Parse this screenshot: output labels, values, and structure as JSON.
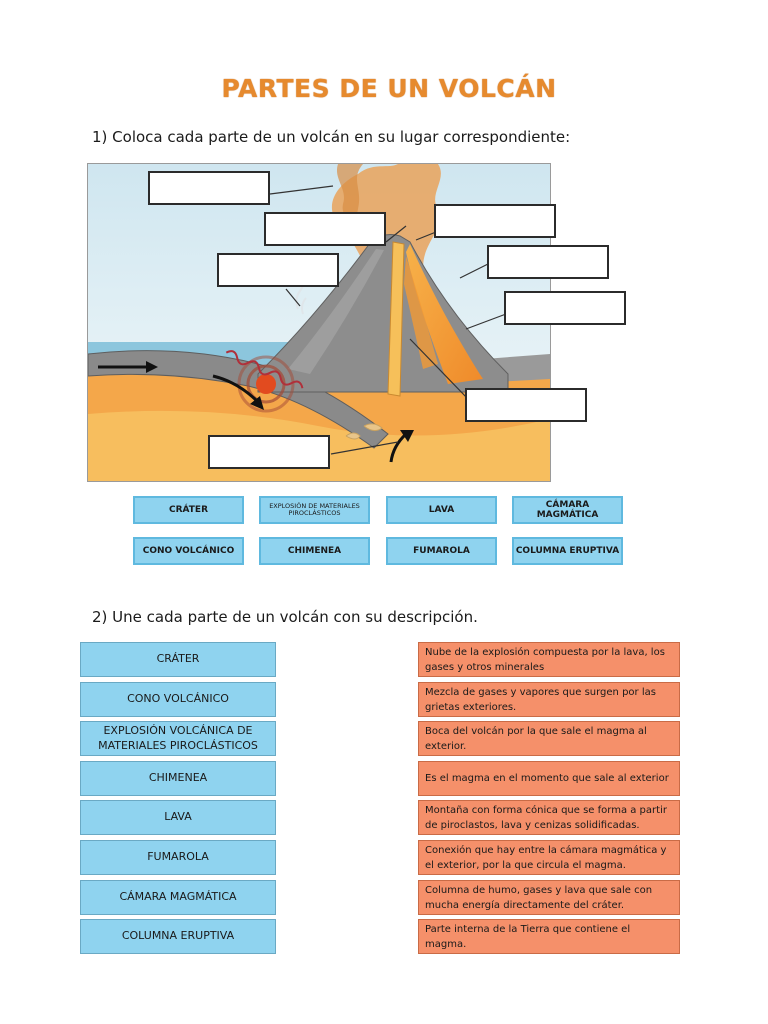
{
  "title": "PARTES DE UN VOLCÁN",
  "section1": {
    "heading": "1) Coloca cada parte de un volcán en su lugar correspondiente:",
    "tiles": [
      {
        "label": "CRÁTER"
      },
      {
        "label": "EXPLOSIÓN DE MATERIALES PIROCLÁSTICOS"
      },
      {
        "label": "LAVA"
      },
      {
        "label": "CÁMARA MAGMÁTICA"
      },
      {
        "label": "CONO VOLCÁNICO"
      },
      {
        "label": "CHIMENEA"
      },
      {
        "label": "FUMAROLA"
      },
      {
        "label": "COLUMNA ERUPTIVA"
      }
    ]
  },
  "section2": {
    "heading": "2) Une cada parte de un volcán con su descripción.",
    "terms": [
      {
        "label": "CRÁTER"
      },
      {
        "label": "CONO VOLCÁNICO"
      },
      {
        "label": "EXPLOSIÓN VOLCÁNICA DE MATERIALES PIROCLÁSTICOS"
      },
      {
        "label": "CHIMENEA"
      },
      {
        "label": "LAVA"
      },
      {
        "label": "FUMAROLA"
      },
      {
        "label": "CÁMARA MAGMÁTICA"
      },
      {
        "label": "COLUMNA ERUPTIVA"
      }
    ],
    "descriptions": [
      {
        "text": "Nube de la explosión compuesta por la lava, los gases y otros minerales"
      },
      {
        "text": "Mezcla de gases y vapores que surgen por las grietas exteriores."
      },
      {
        "text": "Boca del volcán por la que sale el magma al exterior."
      },
      {
        "text": "Es el magma en el momento que sale al exterior"
      },
      {
        "text": "Montaña con forma cónica que se forma a partir de piroclastos, lava y cenizas solidificadas."
      },
      {
        "text": "Conexión que hay entre la cámara magmática y el exterior, por la que circula el magma."
      },
      {
        "text": "Columna de humo, gases y lava que sale con mucha energía directamente del cráter."
      },
      {
        "text": "Parte interna de la Tierra que contiene el magma."
      }
    ]
  },
  "colors": {
    "title": "#e68a2e",
    "tile": "#8fd3ef",
    "description": "#f5906a",
    "magma": "#f2a13c"
  }
}
